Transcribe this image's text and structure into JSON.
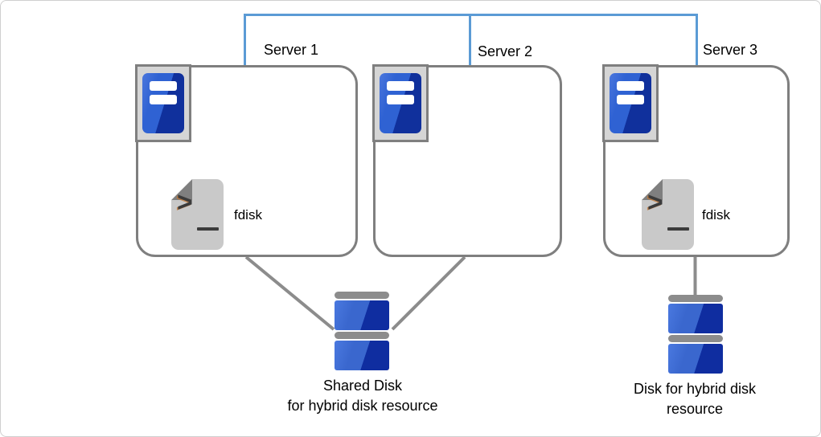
{
  "diagram_title": "",
  "colors": {
    "network_line": "#5B9BD5",
    "box_border": "#7F7F7F",
    "connector_gray": "#8C8C8C",
    "server_blue_light": "#2F62D3",
    "server_blue_dark": "#10309C",
    "disk_blue_light": "#3A67CE",
    "disk_blue_dark": "#0F2DA0",
    "label_text": "#000000"
  },
  "servers": [
    {
      "label": "Server 1",
      "tool_label": "fdisk"
    },
    {
      "label": "Server 2",
      "tool_label": ""
    },
    {
      "label": "Server 3",
      "tool_label": "fdisk"
    }
  ],
  "shared_disk": {
    "label_line1": "Shared Disk",
    "label_line2": "for hybrid disk resource"
  },
  "hybrid_disk": {
    "label_line1": "Disk for hybrid disk",
    "label_line2": "resource"
  }
}
